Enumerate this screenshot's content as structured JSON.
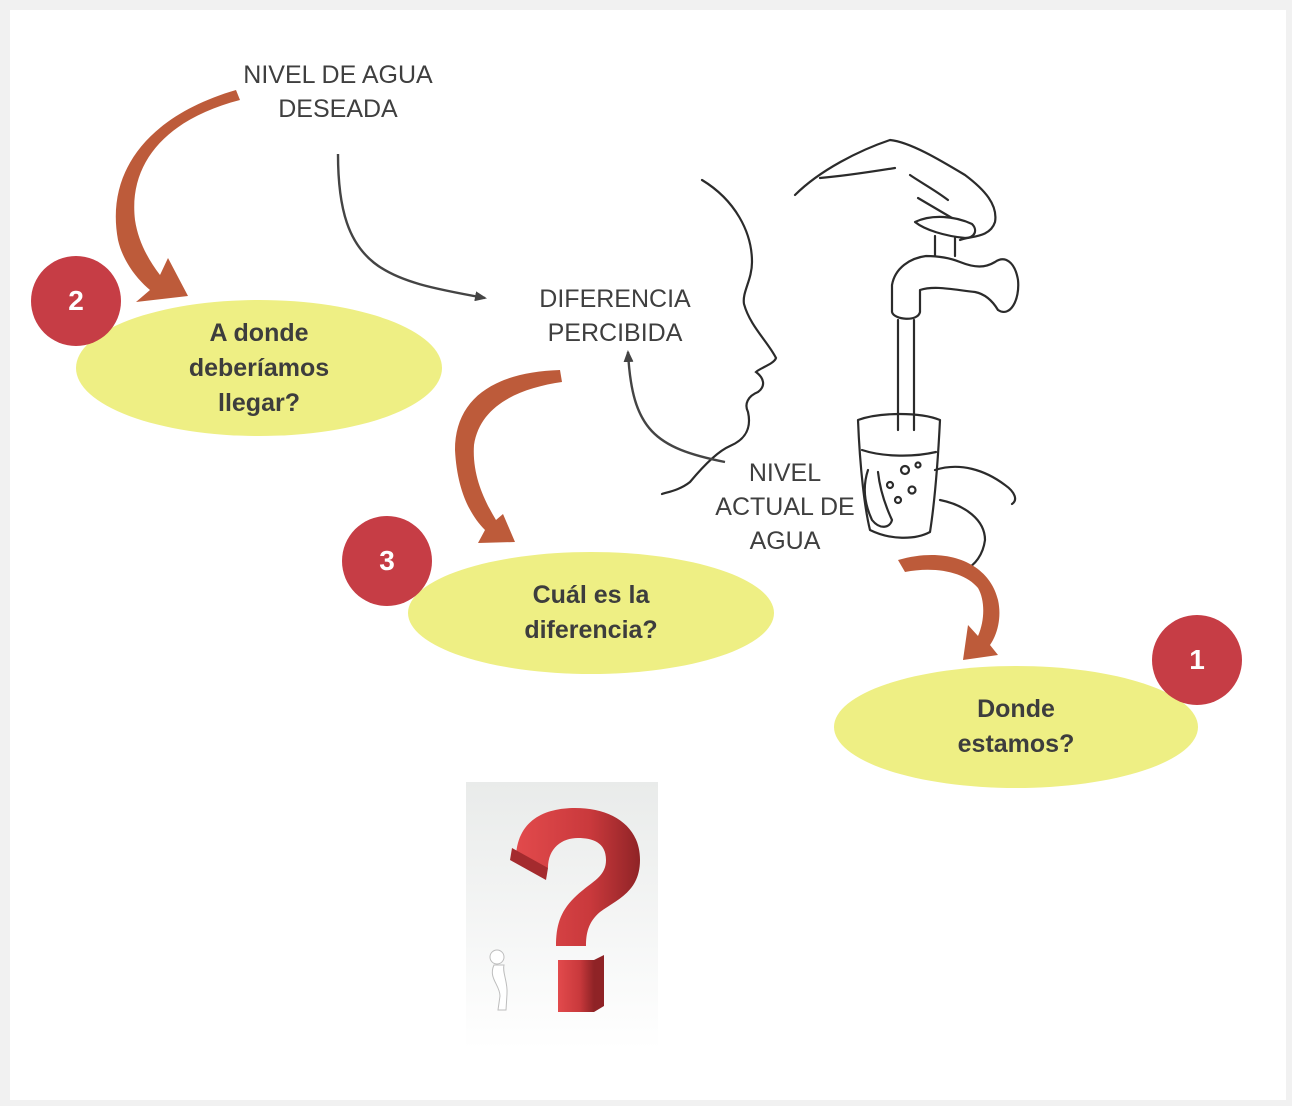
{
  "labels": {
    "desired_level": "NIVEL DE AGUA\nDESEADA",
    "perceived_difference": "DIFERENCIA\nPERCIBIDA",
    "current_level": "NIVEL\nACTUAL DE\nAGUA"
  },
  "steps": [
    {
      "number": "1",
      "question": "Donde\nestamos?"
    },
    {
      "number": "2",
      "question": "A donde\ndeberíamos\nllegar?"
    },
    {
      "number": "3",
      "question": "Cuál es la\ndiferencia?"
    }
  ],
  "colors": {
    "ellipse_fill": "#eeef84",
    "badge_fill": "#c63d45",
    "curved_arrow": "#bd5b3a",
    "connector": "#444444",
    "question_mark": "#c9393c"
  },
  "icons": [
    "face-profile-illustration",
    "faucet-glass-illustration",
    "question-mark-image"
  ]
}
